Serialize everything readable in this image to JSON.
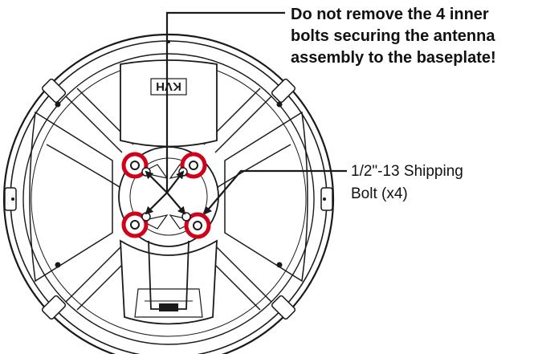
{
  "logo": {
    "text": "KVH"
  },
  "callouts": {
    "warning": {
      "lines": [
        "Do not remove the 4 inner",
        "bolts securing the antenna",
        "assembly to the baseplate!"
      ]
    },
    "shipping_bolt": {
      "lines": [
        "1/2\"-13 Shipping",
        "Bolt (x4)"
      ]
    }
  },
  "colors": {
    "outline": "#1a1a1a",
    "highlight_ring": "#d0021b",
    "background": "#ffffff"
  }
}
